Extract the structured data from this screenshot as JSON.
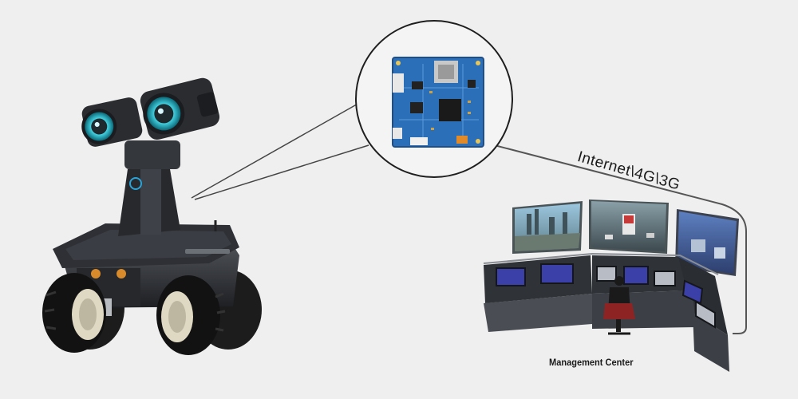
{
  "link_label": "Internet\\4G\\3G",
  "center_label": "Management Center",
  "icons": {
    "robot": "wheeled-inspection-robot",
    "board": "camera-module-circuit-board",
    "center": "surveillance-control-room"
  },
  "colors": {
    "background": "#efefef",
    "board": "#2a6fb8",
    "robot_body": "#2b2d31",
    "lens_glow": "#2ec4d6",
    "console": "#3a3d42",
    "screen": "#3b3fa8",
    "cable": "#555555"
  }
}
